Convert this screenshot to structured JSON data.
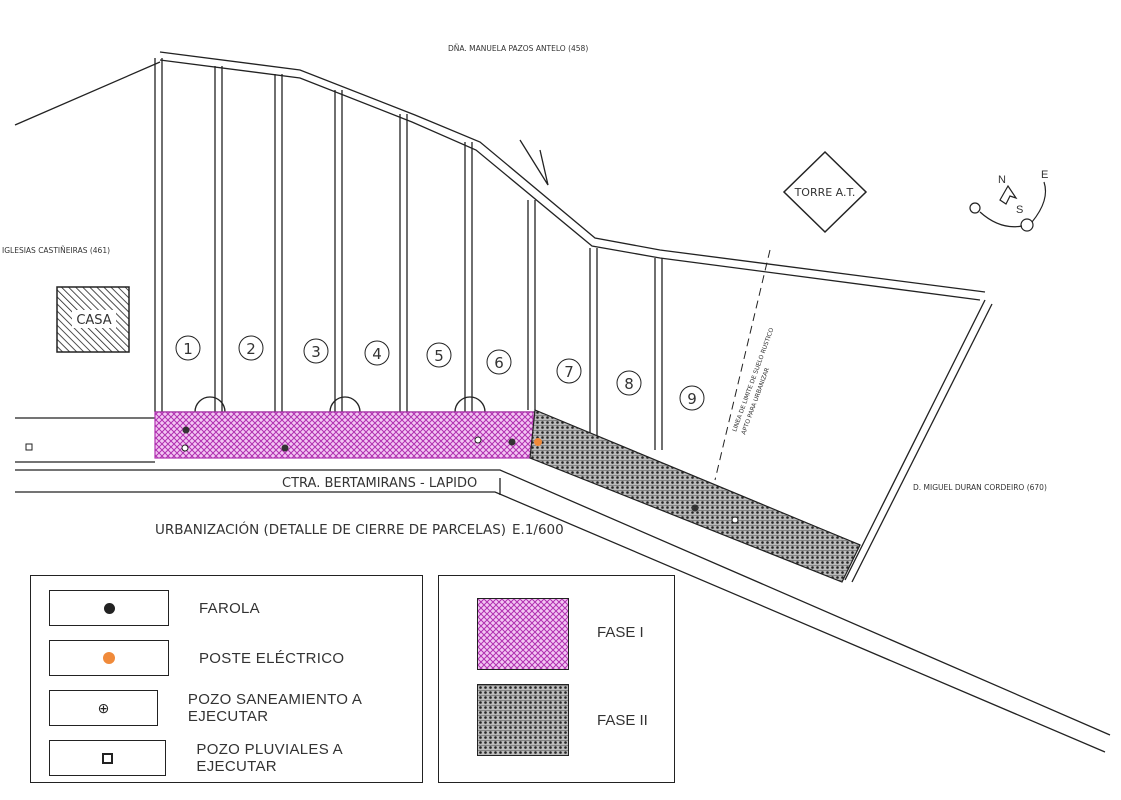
{
  "plan": {
    "owner_top": "DÑA. MANUELA PAZOS ANTELO (458)",
    "owner_left": "IGLESIAS CASTIÑEIRAS (461)",
    "owner_right": "D. MIGUEL DURAN CORDEIRO (670)",
    "casa": "CASA",
    "torre": "TORRE A.T.",
    "road": "CTRA. BERTAMIRANS - LAPIDO",
    "limit_line_1": "LINEA DE LIMITE DE SUELO RUSTICO",
    "limit_line_2": "APTO PARA URBANIZAR",
    "title": "URBANIZACIÓN (DETALLE DE CIERRE DE PARCELAS)",
    "scale": "E.1/600",
    "parcels": [
      "1",
      "2",
      "3",
      "4",
      "5",
      "6",
      "7",
      "8",
      "9"
    ],
    "compass": {
      "n": "N",
      "s": "S",
      "e": "E"
    }
  },
  "legend_symbols": [
    {
      "label": "FAROLA",
      "icon": "farola-icon"
    },
    {
      "label": "POSTE ELÉCTRICO",
      "icon": "electric-pole-icon"
    },
    {
      "label": "POZO SANEAMIENTO A EJECUTAR",
      "icon": "sanitation-well-icon"
    },
    {
      "label": "POZO PLUVIALES A EJECUTAR",
      "icon": "rainwater-well-icon"
    }
  ],
  "legend_phases": [
    {
      "label": "FASE I",
      "color": "#c040c0"
    },
    {
      "label": "FASE II",
      "color": "#333333"
    }
  ],
  "colors": {
    "pole": "#f08a3a",
    "phase1": "#c040c0"
  }
}
